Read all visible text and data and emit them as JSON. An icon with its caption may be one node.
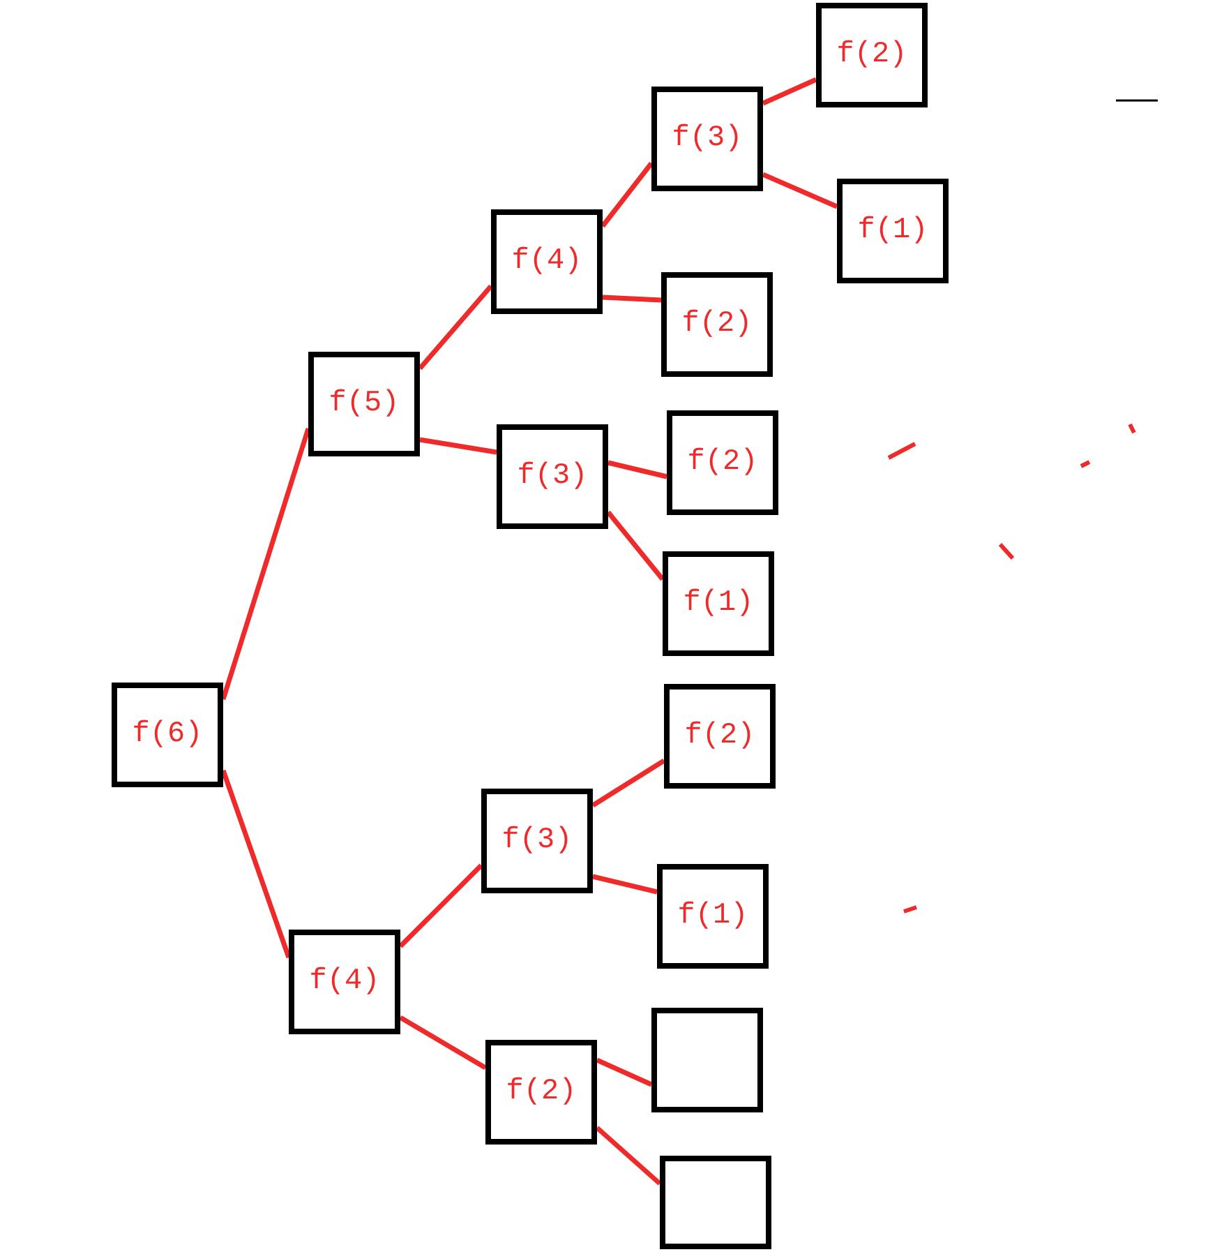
{
  "diagram": {
    "nodes": [
      {
        "text": [
          "f(6)"
        ]
      },
      {
        "text": [
          "f(5)"
        ]
      },
      {
        "text": [
          "f(4)"
        ]
      },
      {
        "text": [
          "f(4)"
        ]
      },
      {
        "text": [
          "f(3)"
        ]
      },
      {
        "text": [
          "f(3)"
        ]
      },
      {
        "text": [
          "f(2)"
        ]
      },
      {
        "text": [
          "f(3)"
        ]
      },
      {
        "text": [
          "f(2)"
        ]
      },
      {
        "text": [
          "f(2)"
        ]
      },
      {
        "text": [
          "f(1)"
        ]
      },
      {
        "text": [
          "f(2)"
        ]
      },
      {
        "text": [
          "f(1)"
        ]
      },
      {
        "text": [],
        "shape": "box"
      },
      {
        "text": [],
        "shape": "box"
      },
      {
        "text": [
          "f(2)"
        ]
      },
      {
        "text": [
          "f(1)"
        ]
      }
    ],
    "edges": [
      {
        "from": 0,
        "to": 1,
        "arrow": "none"
      },
      {
        "from": 0,
        "to": 2,
        "arrow": "none"
      },
      {
        "from": 1,
        "to": 3,
        "arrow": "none"
      },
      {
        "from": 1,
        "to": 4,
        "arrow": "none"
      },
      {
        "from": 3,
        "to": 7,
        "arrow": "none"
      },
      {
        "from": 3,
        "to": 8,
        "arrow": "none"
      },
      {
        "from": 7,
        "to": 15,
        "arrow": "none"
      },
      {
        "from": 7,
        "to": 16,
        "arrow": "none"
      },
      {
        "from": 4,
        "to": 9,
        "arrow": "none"
      },
      {
        "from": 4,
        "to": 10,
        "arrow": "none"
      },
      {
        "from": 2,
        "to": 5,
        "arrow": "none"
      },
      {
        "from": 2,
        "to": 6,
        "arrow": "none"
      },
      {
        "from": 5,
        "to": 11,
        "arrow": "none"
      },
      {
        "from": 5,
        "to": 12,
        "arrow": "none"
      },
      {
        "from": 6,
        "to": 13,
        "arrow": "none"
      },
      {
        "from": 6,
        "to": 14,
        "arrow": "none"
      }
    ]
  }
}
